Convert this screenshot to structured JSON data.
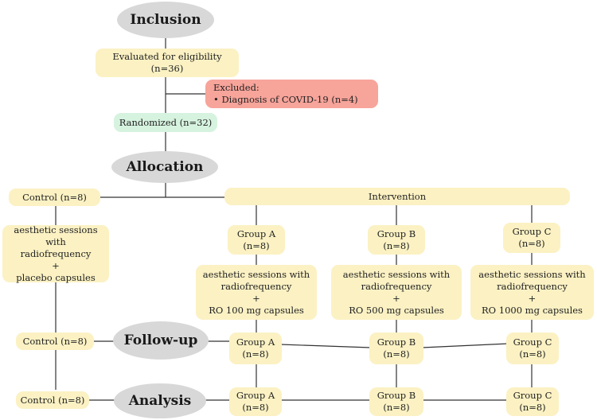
{
  "stages": {
    "inclusion": "Inclusion",
    "allocation": "Allocation",
    "followup": "Follow-up",
    "analysis": "Analysis"
  },
  "eligibility": {
    "line1": "Evaluated for eligibility",
    "line2": "(n=36)"
  },
  "excluded": {
    "title": "Excluded:",
    "reason": "• Diagnosis of COVID-19 (n=4)"
  },
  "randomized": "Randomized (n=32)",
  "control": {
    "allocation": "Control (n=8)",
    "treatment": [
      "aesthetic sessions with",
      "radiofrequency",
      "+",
      "placebo capsules"
    ],
    "followup": "Control (n=8)",
    "analysis": "Control (n=8)"
  },
  "intervention": "Intervention",
  "groups": [
    {
      "name": "Group A",
      "n": "(n=8)",
      "treatment": [
        "aesthetic sessions with",
        "radiofrequency",
        "+",
        "RO 100 mg capsules"
      ]
    },
    {
      "name": "Group B",
      "n": "(n=8)",
      "treatment": [
        "aesthetic sessions with",
        "radiofrequency",
        "+",
        "RO 500 mg capsules"
      ]
    },
    {
      "name": "Group C",
      "n": "(n=8)",
      "treatment": [
        "aesthetic sessions with",
        "radiofrequency",
        "+",
        "RO 1000 mg capsules"
      ]
    }
  ],
  "colors": {
    "box": "#fbf1c3",
    "randomized": "#d6f3df",
    "excluded": "#f7a49a",
    "stage": "#d8d8d8",
    "line": "#333333"
  }
}
